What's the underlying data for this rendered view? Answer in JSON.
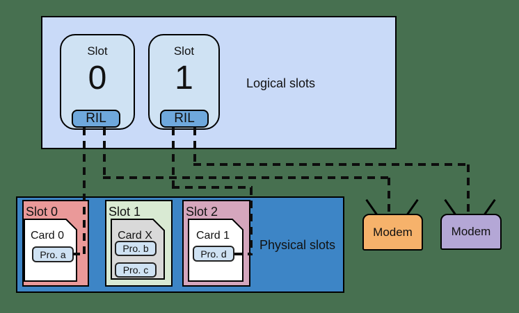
{
  "logical_section": {
    "label": "Logical slots",
    "slots": [
      {
        "title": "Slot",
        "number": "0",
        "ril": "RIL"
      },
      {
        "title": "Slot",
        "number": "1",
        "ril": "RIL"
      }
    ]
  },
  "physical_section": {
    "label": "Physical slots",
    "slots": [
      {
        "name": "Slot 0",
        "card": "Card 0",
        "profiles": [
          "Pro. a"
        ]
      },
      {
        "name": "Slot 1",
        "card": "Card X",
        "profiles": [
          "Pro. b",
          "Pro. c"
        ]
      },
      {
        "name": "Slot 2",
        "card": "Card 1",
        "profiles": [
          "Pro. d"
        ]
      }
    ]
  },
  "modems": [
    {
      "label": "Modem"
    },
    {
      "label": "Modem"
    }
  ],
  "colors": {
    "background": "#477050",
    "logical_box": "#c9daf8",
    "logical_slot": "#cfe2f3",
    "ril_badge": "#6fa8dc",
    "physical_box": "#3d85c6",
    "physical_slot_0": "#ea9999",
    "physical_slot_1": "#d9ead3",
    "physical_slot_2": "#d5a6bd",
    "card_white": "#ffffff",
    "card_gray": "#d9d9d9",
    "profile_box": "#cfe2f3",
    "modem_0": "#f6b26b",
    "modem_1": "#b4a7d6",
    "connector": "#0d0d0d"
  }
}
